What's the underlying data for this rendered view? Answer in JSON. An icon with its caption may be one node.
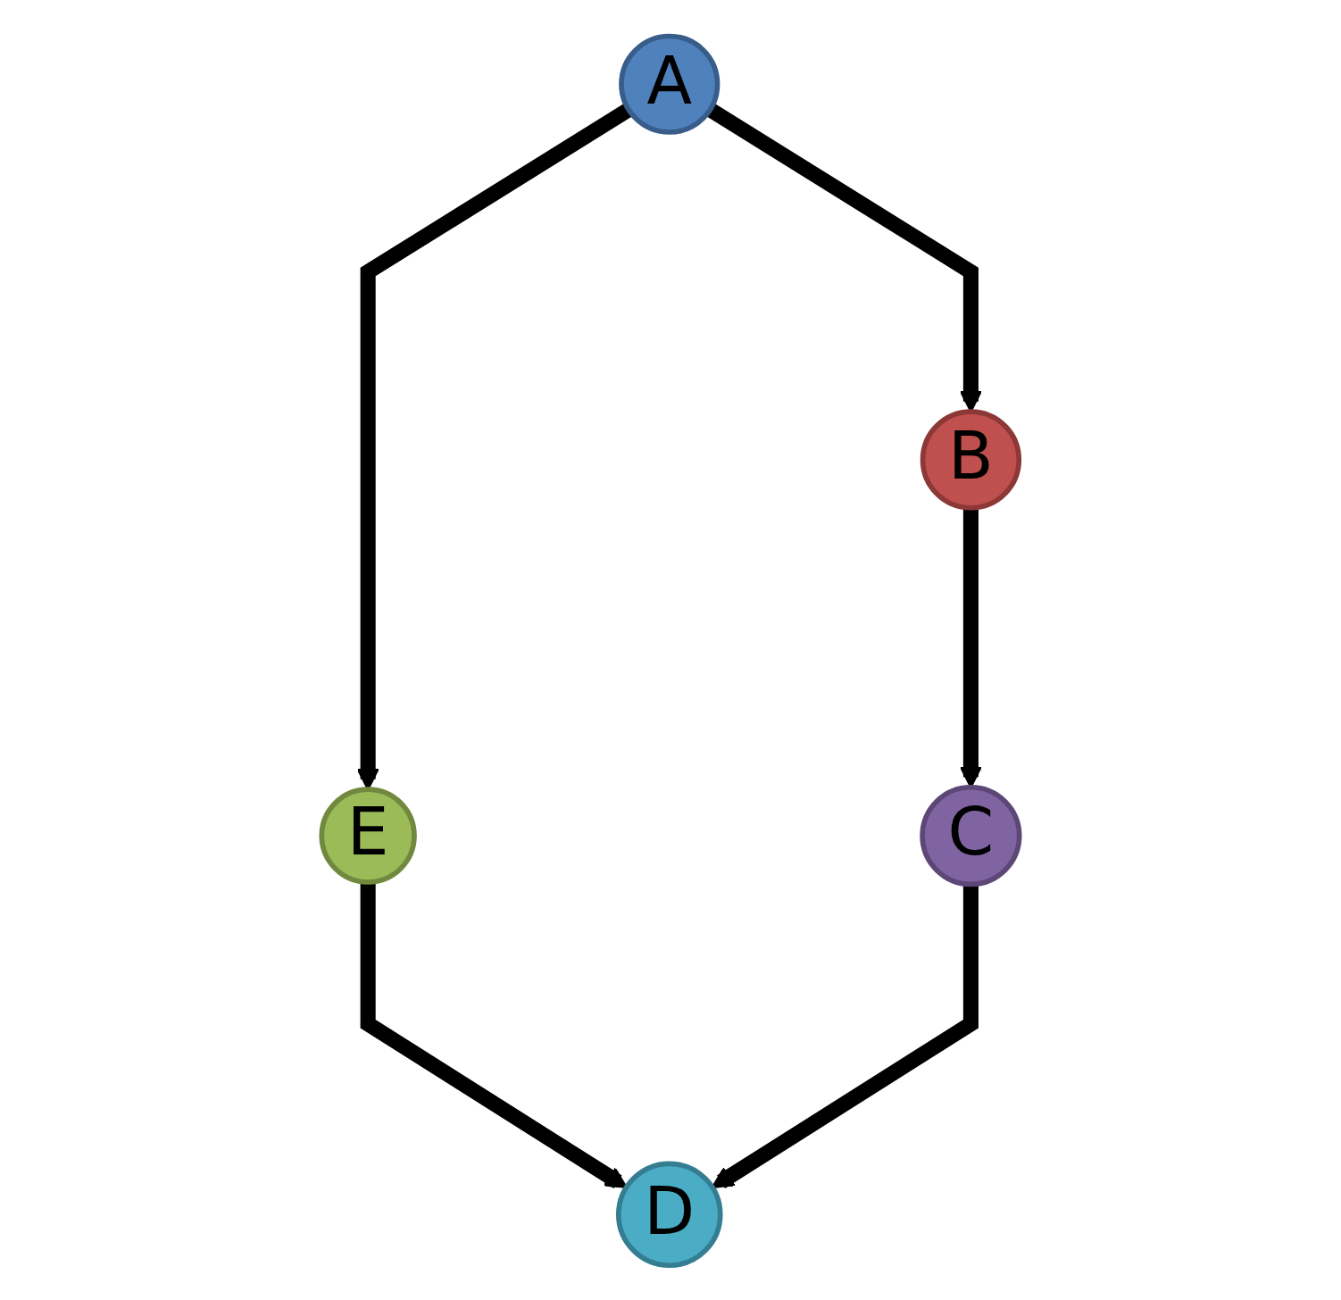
{
  "diagram": {
    "nodes": [
      {
        "text": [
          "A"
        ]
      },
      {
        "text": [
          "B"
        ]
      },
      {
        "text": [
          "E"
        ]
      },
      {
        "text": [
          "C"
        ]
      },
      {
        "text": [
          "D"
        ]
      }
    ],
    "edges": [
      {
        "from": 0,
        "to": 1,
        "arrow": "to"
      },
      {
        "from": 0,
        "to": 2,
        "arrow": "to"
      },
      {
        "from": 1,
        "to": 3,
        "arrow": "to"
      },
      {
        "from": 2,
        "to": 4,
        "arrow": "to"
      },
      {
        "from": 3,
        "to": 4,
        "arrow": "to"
      }
    ]
  }
}
